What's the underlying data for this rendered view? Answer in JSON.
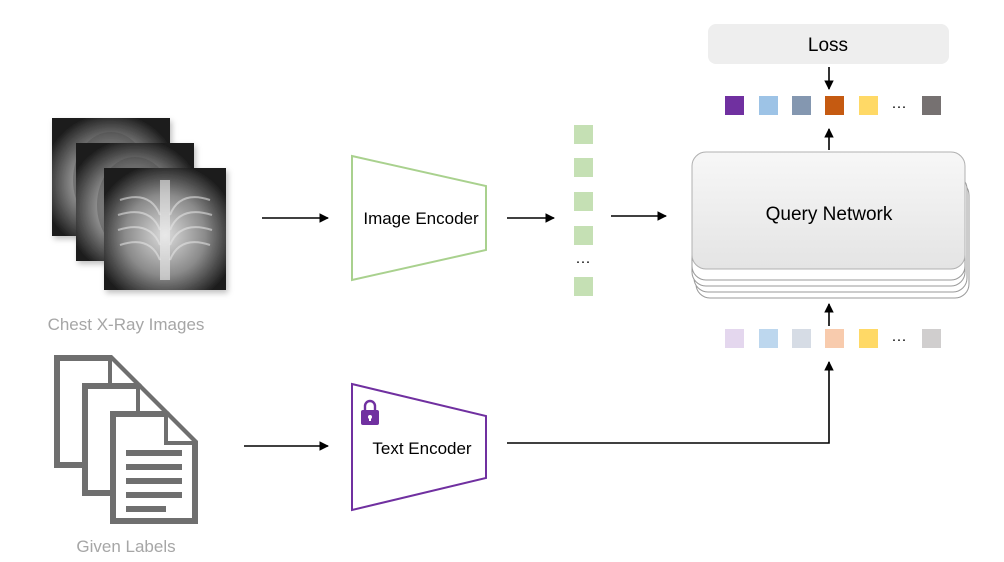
{
  "labels": {
    "chest_xray": "Chest X-Ray Images",
    "given_labels": "Given Labels",
    "image_encoder": "Image Encoder",
    "text_encoder": "Text Encoder",
    "query_network": "Query Network",
    "loss": "Loss",
    "ellipsis": "···"
  },
  "colors": {
    "image_encoder_stroke": "#a9d18e",
    "text_encoder_stroke": "#7030a0",
    "image_feature": "#c5e0b4",
    "caption_gray": "#a6a6a6",
    "output_tokens": [
      "#7030a0",
      "#9dc3e6",
      "#8497b0",
      "#c55a11",
      "#ffd966",
      "#767171"
    ],
    "input_tokens": [
      "#e4d7ee",
      "#bdd7ee",
      "#d6dce5",
      "#f8cbad",
      "#ffd966",
      "#d0cece"
    ]
  },
  "icons": [
    "xray-image-stack",
    "document-stack-icon",
    "lock-icon"
  ]
}
